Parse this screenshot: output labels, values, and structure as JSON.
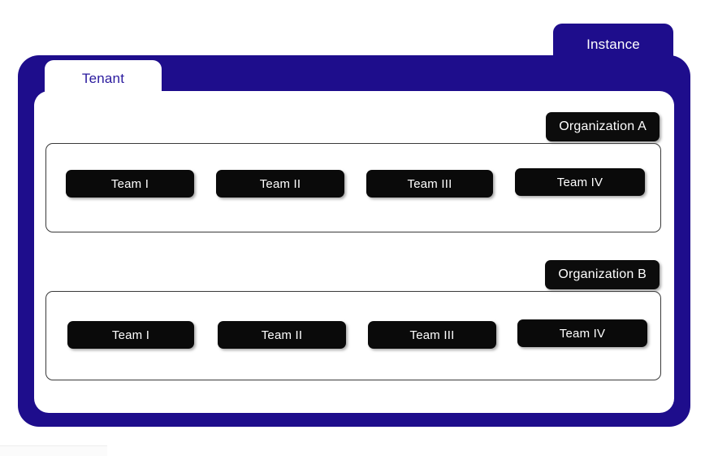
{
  "diagram": {
    "title": "Instance / Tenant / Organization / Team hierarchy",
    "colors": {
      "instance_navy": "#1e0d8c",
      "tenant_text": "#2a1a9e",
      "org_label_bg": "#0c0c0c",
      "team_chip_bg": "#0a0a0a",
      "panel_bg": "#ffffff",
      "org_box_border": "#3a3a3a"
    },
    "instance": {
      "tab_label": "Instance"
    },
    "tenant": {
      "tab_label": "Tenant"
    },
    "organizations": [
      {
        "label": "Organization A",
        "teams": [
          {
            "label": "Team I"
          },
          {
            "label": "Team II"
          },
          {
            "label": "Team III"
          },
          {
            "label": "Team IV"
          }
        ]
      },
      {
        "label": "Organization B",
        "teams": [
          {
            "label": "Team I"
          },
          {
            "label": "Team II"
          },
          {
            "label": "Team III"
          },
          {
            "label": "Team IV"
          }
        ]
      }
    ]
  }
}
